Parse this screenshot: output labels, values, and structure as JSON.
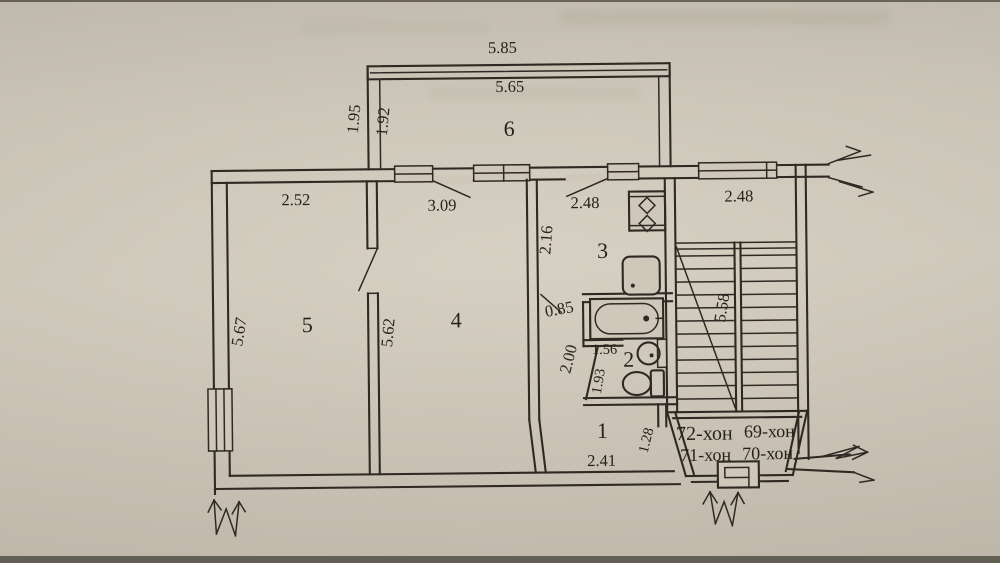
{
  "document": {
    "type": "scanned apartment floor plan",
    "paper_color": "#cfc8ba",
    "ink_color": "#2e2a23"
  },
  "room_numbers": {
    "hallway": "1",
    "bathroom": "2",
    "kitchen": "3",
    "room4": "4",
    "room5": "5",
    "balcony": "6"
  },
  "dimensions": {
    "balcony_outer_width": "5.85",
    "balcony_inner_width": "5.65",
    "balcony_outer_depth": "1.95",
    "balcony_inner_depth": "1.92",
    "room5_width": "2.52",
    "room4_width": "3.09",
    "kitchen_width": "2.48",
    "stairwell_width": "2.48",
    "kitchen_depth": "2.16",
    "room5_depth": "5.67",
    "room4_depth": "5.62",
    "stairwell_depth": "5.58",
    "bath_passage_width": "0.85",
    "bathtub_length": "1.56",
    "bathroom_depth": "2.00",
    "wc_depth": "1.93",
    "hallway_width": "2.41",
    "hallway_nook_width": "1.28"
  },
  "apartment_labels": {
    "apt72": "72-хон",
    "apt69": "69-хон",
    "apt71": "71-хон",
    "apt70": "70-хон"
  }
}
